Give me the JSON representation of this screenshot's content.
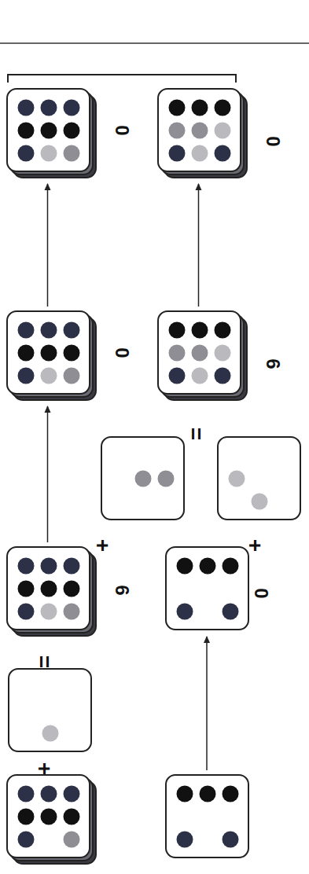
{
  "diagram": {
    "nodes": [
      {
        "text": [
          "0"
        ]
      },
      {
        "text": [
          "0"
        ]
      },
      {
        "text": [
          "0"
        ]
      },
      {
        "text": [
          "6"
        ]
      },
      {
        "text": [
          "6"
        ]
      },
      {
        "text": [
          "0"
        ]
      }
    ],
    "edges": [
      {
        "from": 2,
        "to": 0,
        "arrow": "to"
      },
      {
        "from": 4,
        "to": 2,
        "arrow": "to"
      },
      {
        "from": 3,
        "to": 1,
        "arrow": "to"
      }
    ],
    "labels": [
      "=",
      "+",
      "+",
      "=",
      "+"
    ]
  }
}
